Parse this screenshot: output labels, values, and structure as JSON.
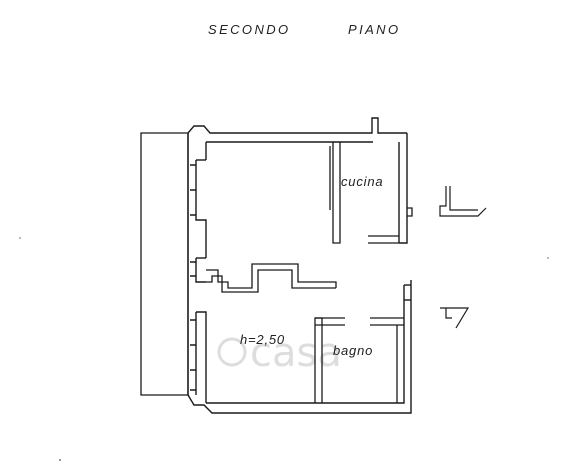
{
  "title": {
    "part1": "SECONDO",
    "part2": "PIANO"
  },
  "rooms": {
    "kitchen": "cucina",
    "bathroom": "bagno",
    "height": "h=2,50"
  },
  "watermark": "casa",
  "colors": {
    "wall": "#1a1a1a",
    "hatch": "#555555",
    "background": "#ffffff",
    "watermark": "#d8d8d8"
  }
}
